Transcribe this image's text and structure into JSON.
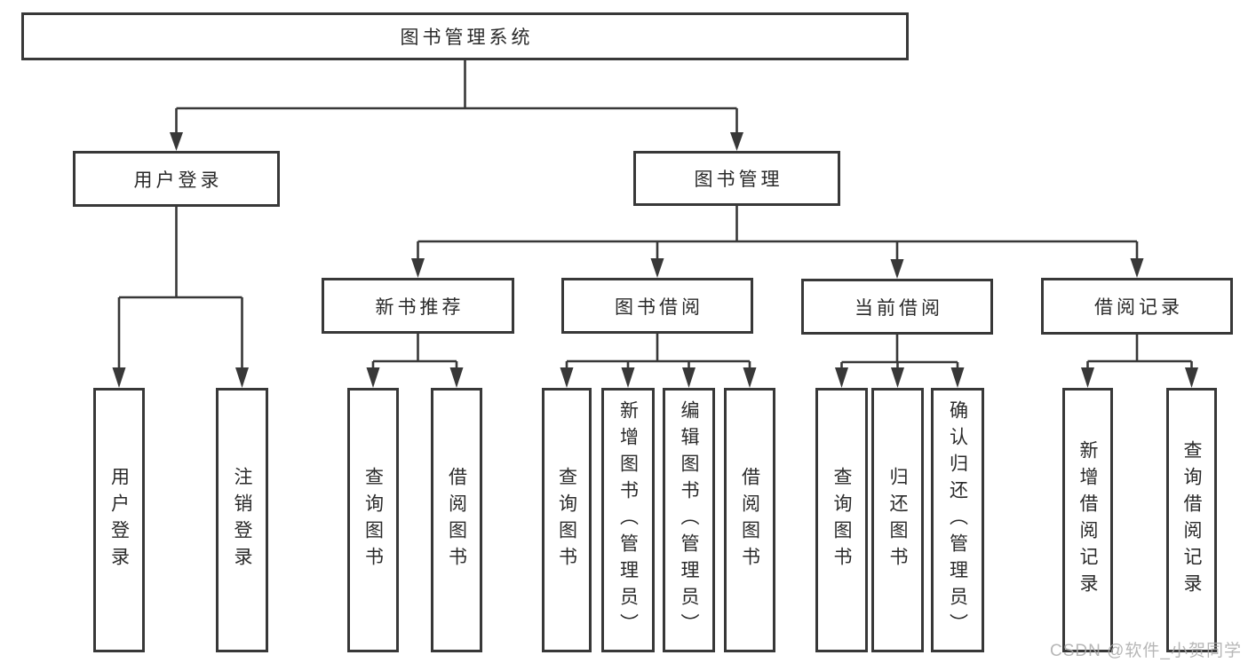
{
  "diagram": {
    "tree": {
      "label": "图书管理系统",
      "children": [
        {
          "label": "用户登录",
          "children": [
            {
              "label": "用户登录"
            },
            {
              "label": "注销登录"
            }
          ]
        },
        {
          "label": "图书管理",
          "children": [
            {
              "label": "新书推荐",
              "children": [
                {
                  "label": "查询图书"
                },
                {
                  "label": "借阅图书"
                }
              ]
            },
            {
              "label": "图书借阅",
              "children": [
                {
                  "label": "查询图书"
                },
                {
                  "label": "新增图书（管理员）"
                },
                {
                  "label": "编辑图书（管理员）"
                },
                {
                  "label": "借阅图书"
                }
              ]
            },
            {
              "label": "当前借阅",
              "children": [
                {
                  "label": "查询图书"
                },
                {
                  "label": "归还图书"
                },
                {
                  "label": "确认归还（管理员）"
                }
              ]
            },
            {
              "label": "借阅记录",
              "children": [
                {
                  "label": "新增借阅记录"
                },
                {
                  "label": "查询借阅记录"
                }
              ]
            }
          ]
        }
      ]
    },
    "colors": {
      "line": "#383838",
      "box_border": "#383838",
      "text": "#2a2a2a",
      "background": "#ffffff",
      "watermark": "#aaaaaa"
    }
  },
  "watermark": {
    "text": "CSDN @软件_小贺同学"
  }
}
